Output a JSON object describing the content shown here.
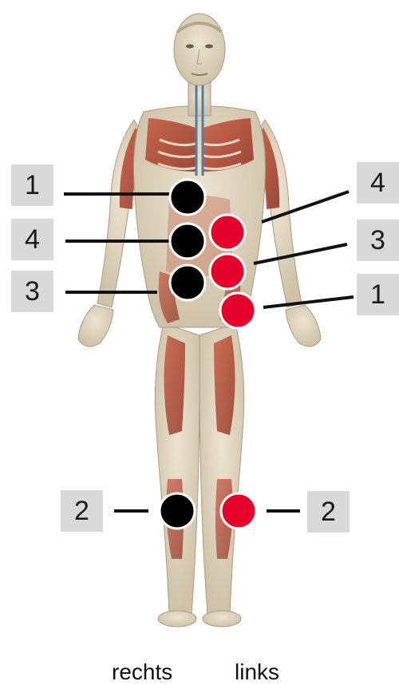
{
  "colors": {
    "right_marker": "#000000",
    "left_marker": "#e4002b",
    "label_box": "#d9d9d9",
    "connector": "#111111",
    "skin": "#ddd2bd",
    "muscle": "#b64a32"
  },
  "right_side": {
    "label": "rechts",
    "numbers": [
      "1",
      "4",
      "3",
      "2"
    ]
  },
  "left_side": {
    "label": "links",
    "numbers": [
      "4",
      "3",
      "1",
      "2"
    ]
  },
  "figure_icon": "human-anatomy-figure"
}
